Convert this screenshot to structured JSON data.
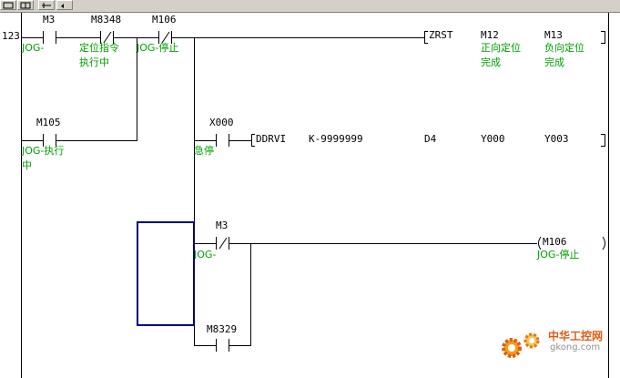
{
  "rung_step": "123",
  "rung1": {
    "contacts": [
      {
        "device": "M3",
        "comment": "JOG-",
        "type": "NO"
      },
      {
        "device": "M8348",
        "comment_line1": "定位指令",
        "comment_line2": "执行中",
        "type": "NC"
      },
      {
        "device": "M106",
        "comment": "JOG-停止",
        "type": "NC"
      }
    ],
    "instruction": {
      "op": "ZRST",
      "op1": "M12",
      "op1_comment_1": "正向定位",
      "op1_comment_2": "完成",
      "op2": "M13",
      "op2_comment_1": "负向定位",
      "op2_comment_2": "完成"
    }
  },
  "rung1_parallel": {
    "device": "M105",
    "comment_line1": "JOG-执行",
    "comment_line2": "中",
    "type": "NO"
  },
  "rung2": {
    "contact": {
      "device": "X000",
      "comment": "急停",
      "type": "NO"
    },
    "instruction": {
      "op": "DDRVI",
      "arg1": "K-9999999",
      "arg2": "D4",
      "arg3": "Y000",
      "arg4": "Y003"
    }
  },
  "rung3": {
    "contact": {
      "device": "M3",
      "comment": "JOG-",
      "type": "NC"
    },
    "coil": {
      "device": "M106",
      "comment": "JOG-停止"
    },
    "parallel": {
      "device": "M8329",
      "type": "NO"
    }
  },
  "watermark": {
    "name": "中华工控网",
    "url": "gkong.com",
    "brand_color": "#e05a10"
  },
  "colors": {
    "comment": "#00a000",
    "selection": "#000080",
    "ladder": "#000000"
  }
}
